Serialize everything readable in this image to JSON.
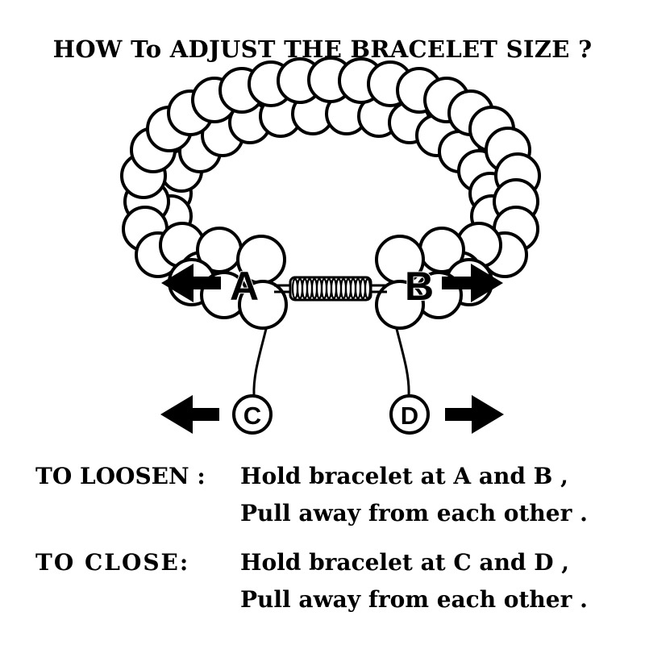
{
  "title": "HOW To ADJUST THE BRACELET SIZE ?",
  "markers": {
    "a": "A",
    "b": "B",
    "c": "C",
    "d": "D"
  },
  "instructions": {
    "loosen": {
      "label": "TO LOOSEN :",
      "line1": "Hold bracelet at A and B ,",
      "line2": "Pull away from each other ."
    },
    "close": {
      "label": "TO  CLOSE:",
      "line1": "Hold bracelet at C and D ,",
      "line2": "Pull away from each other ."
    }
  },
  "colors": {
    "stroke": "#000000",
    "fill": "#ffffff"
  },
  "icons": [
    "arrow-left-icon",
    "arrow-right-icon"
  ]
}
